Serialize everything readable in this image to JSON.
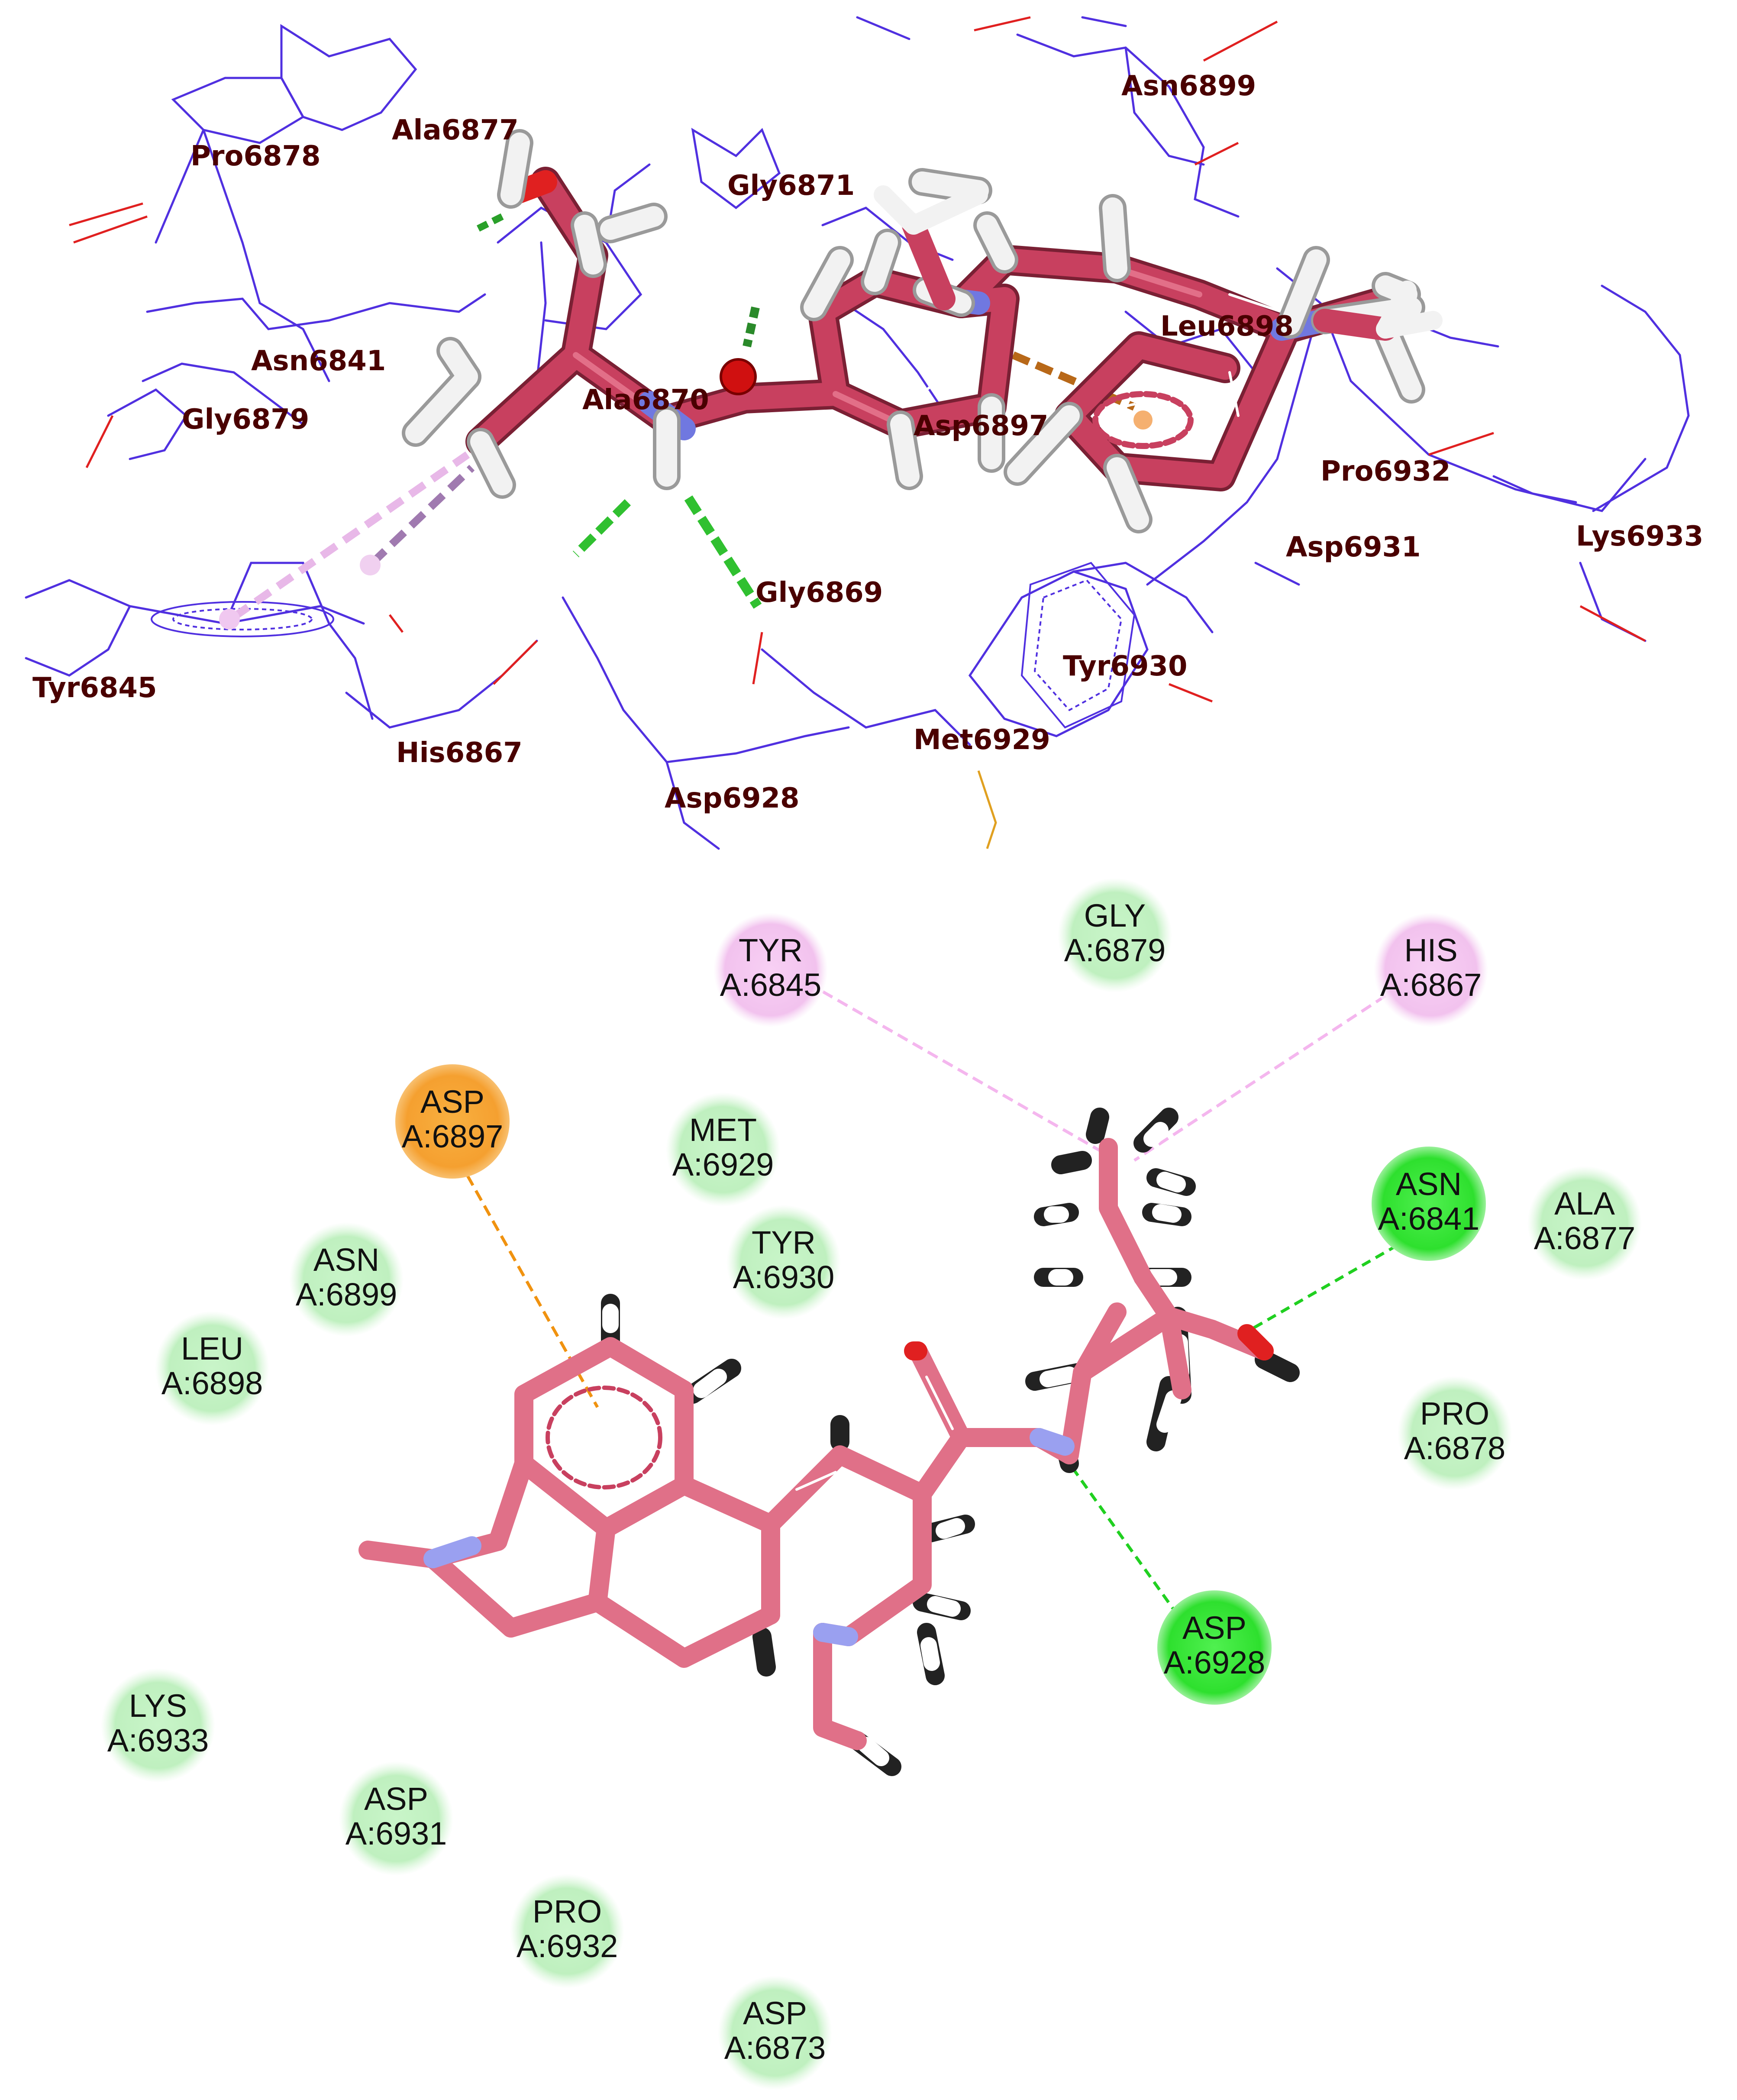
{
  "colors": {
    "ligand_3d": "#c8405f",
    "ligand_2d": "#e07088",
    "nitrogen": "#7078e0",
    "oxygen": "#e02020",
    "hydrogen": "#f2f2f2",
    "protein_wire": "#5030e0",
    "label_3d": "#4a0000",
    "vdw": "#c9f5c9",
    "hbond": "#2ee02e",
    "pi_alkyl": "#f6c8f0",
    "pi_anion": "#f5a030"
  },
  "panel3d": {
    "labels": [
      {
        "id": "Ala6877",
        "text": "Ala6877"
      },
      {
        "id": "Pro6878",
        "text": "Pro6878"
      },
      {
        "id": "Gly6871",
        "text": "Gly6871"
      },
      {
        "id": "Asn6899",
        "text": "Asn6899"
      },
      {
        "id": "Asn6841",
        "text": "Asn6841"
      },
      {
        "id": "Gly6879",
        "text": "Gly6879"
      },
      {
        "id": "Ala6870",
        "text": "Ala6870"
      },
      {
        "id": "Leu6898",
        "text": "Leu6898"
      },
      {
        "id": "Asp6897",
        "text": "Asp6897"
      },
      {
        "id": "Pro6932",
        "text": "Pro6932"
      },
      {
        "id": "Lys6933",
        "text": "Lys6933"
      },
      {
        "id": "Asp6931",
        "text": "Asp6931"
      },
      {
        "id": "Gly6869",
        "text": "Gly6869"
      },
      {
        "id": "Tyr6845",
        "text": "Tyr6845"
      },
      {
        "id": "Tyr6930",
        "text": "Tyr6930"
      },
      {
        "id": "His6867",
        "text": "His6867"
      },
      {
        "id": "Met6929",
        "text": "Met6929"
      },
      {
        "id": "Asp6928",
        "text": "Asp6928"
      }
    ]
  },
  "panel2d": {
    "residues": [
      {
        "id": "TYR6845",
        "name": "TYR",
        "chain": "A:6845",
        "type": "pi_alkyl"
      },
      {
        "id": "GLY6879",
        "name": "GLY",
        "chain": "A:6879",
        "type": "vdw"
      },
      {
        "id": "HIS6867",
        "name": "HIS",
        "chain": "A:6867",
        "type": "pi_alkyl"
      },
      {
        "id": "ASP6897",
        "name": "ASP",
        "chain": "A:6897",
        "type": "pi_anion"
      },
      {
        "id": "MET6929",
        "name": "MET",
        "chain": "A:6929",
        "type": "vdw"
      },
      {
        "id": "ASN6841",
        "name": "ASN",
        "chain": "A:6841",
        "type": "hbond"
      },
      {
        "id": "ALA6877",
        "name": "ALA",
        "chain": "A:6877",
        "type": "vdw"
      },
      {
        "id": "TYR6930",
        "name": "TYR",
        "chain": "A:6930",
        "type": "vdw"
      },
      {
        "id": "ASN6899",
        "name": "ASN",
        "chain": "A:6899",
        "type": "vdw"
      },
      {
        "id": "LEU6898",
        "name": "LEU",
        "chain": "A:6898",
        "type": "vdw"
      },
      {
        "id": "PRO6878",
        "name": "PRO",
        "chain": "A:6878",
        "type": "vdw"
      },
      {
        "id": "ASP6928",
        "name": "ASP",
        "chain": "A:6928",
        "type": "hbond"
      },
      {
        "id": "LYS6933",
        "name": "LYS",
        "chain": "A:6933",
        "type": "vdw"
      },
      {
        "id": "ASP6931",
        "name": "ASP",
        "chain": "A:6931",
        "type": "vdw"
      },
      {
        "id": "PRO6932",
        "name": "PRO",
        "chain": "A:6932",
        "type": "vdw"
      },
      {
        "id": "ASP6873",
        "name": "ASP",
        "chain": "A:6873",
        "type": "vdw"
      }
    ]
  }
}
